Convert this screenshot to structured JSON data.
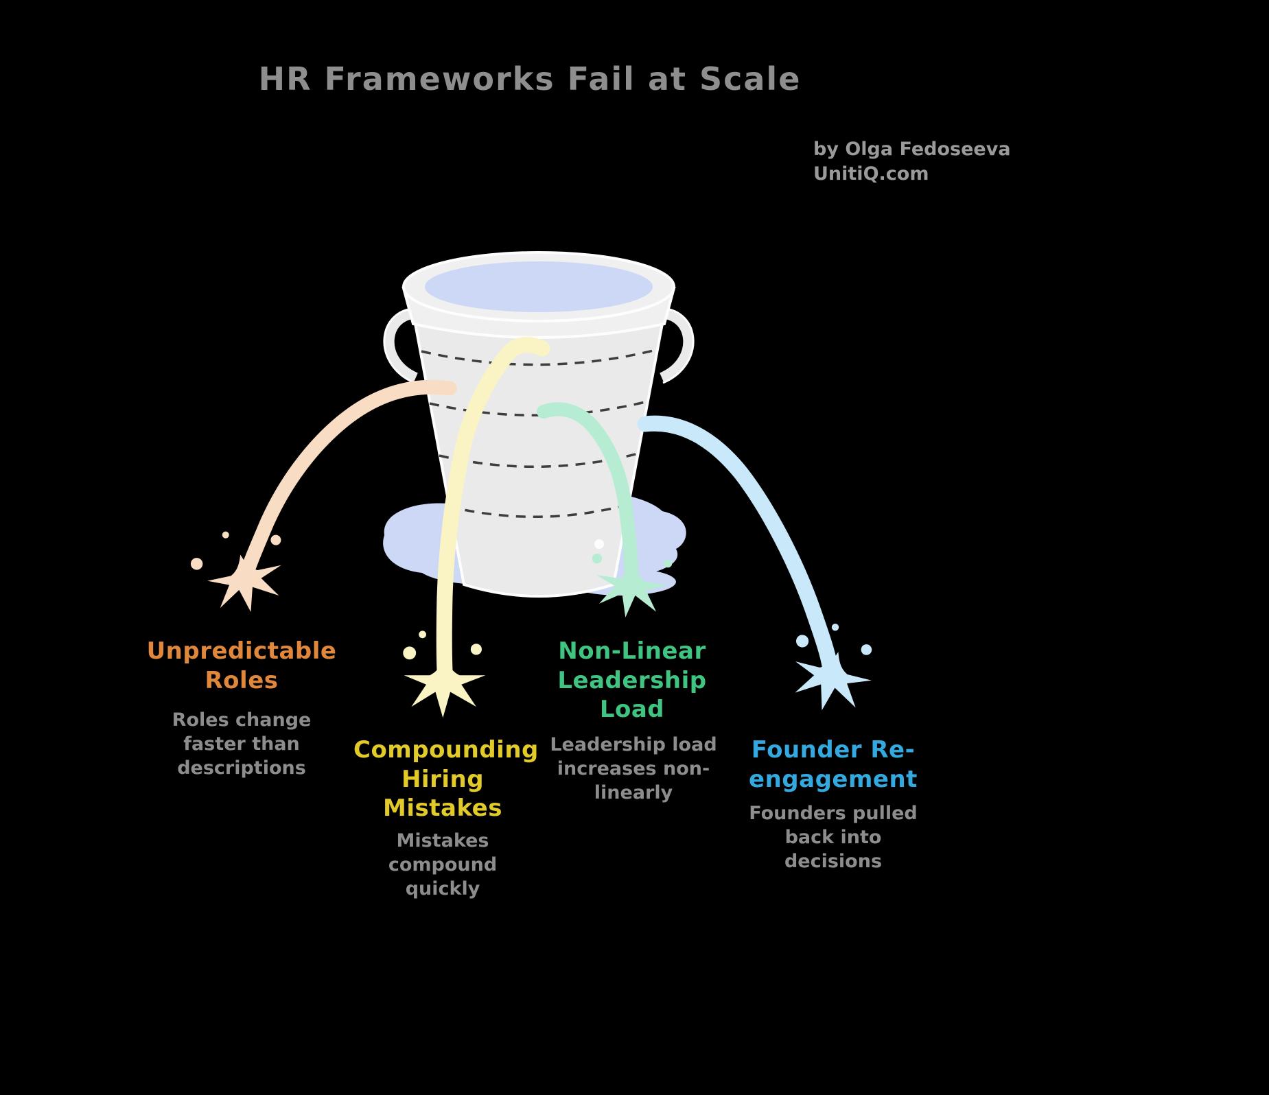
{
  "title": "HR Frameworks Fail at Scale",
  "attribution": {
    "line1": "by Olga Fedoseeva",
    "line2": "UnitiQ.com"
  },
  "bucket": {
    "body_color": "#eaeaea",
    "rim_color": "#f0f0f0",
    "outline_color": "#fdfdfd",
    "water_color": "#ccd8f5",
    "puddle_color": "#ccd8f5",
    "dash_color": "#3e3e3e"
  },
  "leaks": [
    {
      "id": "unpredictable-roles",
      "label": "Unpredictable Roles",
      "description": "Roles change faster than descriptions",
      "label_color": "#e0873b",
      "stream_color": "#f8dcc3"
    },
    {
      "id": "compounding-hiring-mistakes",
      "label": "Compounding Hiring Mistakes",
      "description": "Mistakes compound quickly",
      "label_color": "#e2cb28",
      "stream_color": "#faf3c4"
    },
    {
      "id": "non-linear-leadership-load",
      "label": "Non-Linear Leadership Load",
      "description": "Leadership load increases non-linearly",
      "label_color": "#3fc482",
      "stream_color": "#b6ecd1"
    },
    {
      "id": "founder-re-engagement",
      "label": "Founder Re-engagement",
      "description": "Founders pulled back into decisions",
      "label_color": "#33a9e0",
      "stream_color": "#c9e9fb"
    }
  ]
}
